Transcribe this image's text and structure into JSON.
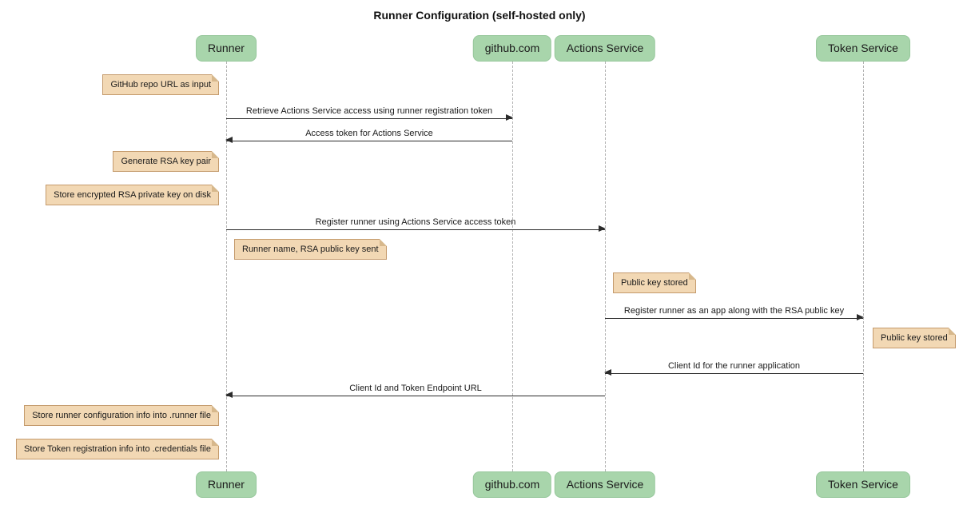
{
  "diagram": {
    "title": "Runner Configuration (self-hosted only)",
    "colors": {
      "participant_fill": "#a8d5ab",
      "note_fill": "#f2d8b4",
      "note_border": "#c49a6c",
      "lifeline": "#b3b3b3",
      "arrow": "#2b2b2b"
    },
    "participants": [
      {
        "label": "Runner"
      },
      {
        "label": "github.com"
      },
      {
        "label": "Actions Service"
      },
      {
        "label": "Token Service"
      }
    ],
    "messages": [
      {
        "text": "Retrieve Actions Service access using runner registration token",
        "from": "Runner",
        "to": "github.com"
      },
      {
        "text": "Access token for Actions Service",
        "from": "github.com",
        "to": "Runner"
      },
      {
        "text": "Register runner using Actions Service access token",
        "from": "Runner",
        "to": "Actions Service"
      },
      {
        "text": "Register runner as an app along with the RSA public key",
        "from": "Actions Service",
        "to": "Token Service"
      },
      {
        "text": "Client Id for the runner application",
        "from": "Token Service",
        "to": "Actions Service"
      },
      {
        "text": "Client Id and Token Endpoint URL",
        "from": "Actions Service",
        "to": "Runner"
      }
    ],
    "notes": [
      {
        "text": "GitHub repo URL as input",
        "anchor": "left of Runner"
      },
      {
        "text": "Generate RSA key pair",
        "anchor": "left of Runner"
      },
      {
        "text": "Store encrypted RSA private key on disk",
        "anchor": "left of Runner"
      },
      {
        "text": "Runner name, RSA public key sent",
        "anchor": "right of Runner"
      },
      {
        "text": "Public key stored",
        "anchor": "right of Actions Service"
      },
      {
        "text": "Public key stored",
        "anchor": "right of Token Service"
      },
      {
        "text": "Store runner configuration info into .runner file",
        "anchor": "left of Runner"
      },
      {
        "text": "Store Token registration info into .credentials file",
        "anchor": "left of Runner"
      }
    ]
  }
}
